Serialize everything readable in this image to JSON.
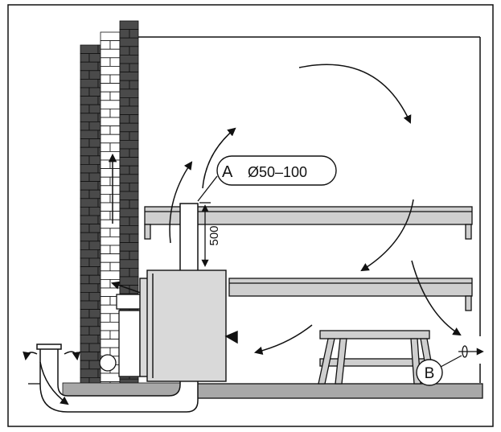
{
  "labels": {
    "a": "A",
    "a_dim": "Ø50–100",
    "height": "500",
    "b": "B"
  },
  "colors": {
    "stroke": "#111111",
    "brick": "#4a4a4a",
    "mortar": "#ffffff",
    "bench": "#cfcfcf",
    "floor": "#a8a8a8",
    "heater": "#d9d9d9",
    "pipe": "#ffffff"
  }
}
